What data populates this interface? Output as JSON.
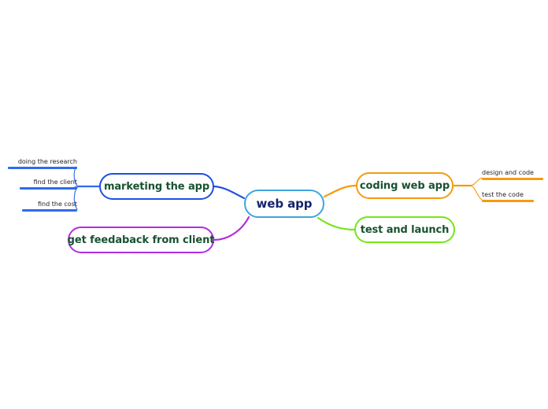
{
  "diagram": {
    "type": "mind-map",
    "background": "#ffffff",
    "central": {
      "label": "web app",
      "border_color": "#3ca5dd",
      "text_color": "#16246b"
    },
    "branches": [
      {
        "label": "marketing the app",
        "color": "#1f4fe0",
        "side": "left",
        "children": [
          {
            "label": "doing the research",
            "color": "#2f6bf0"
          },
          {
            "label": "find the client",
            "color": "#2f6bf0"
          },
          {
            "label": "find the cost",
            "color": "#2f6bf0"
          }
        ]
      },
      {
        "label": "get feedaback from client",
        "color": "#b22ce0",
        "side": "left",
        "children": []
      },
      {
        "label": "coding web app",
        "color": "#f59b10",
        "side": "right",
        "children": [
          {
            "label": "design and code",
            "color": "#f59b10"
          },
          {
            "label": "test the code",
            "color": "#f59b10"
          }
        ]
      },
      {
        "label": "test and launch",
        "color": "#73e616",
        "side": "right",
        "children": []
      }
    ]
  }
}
